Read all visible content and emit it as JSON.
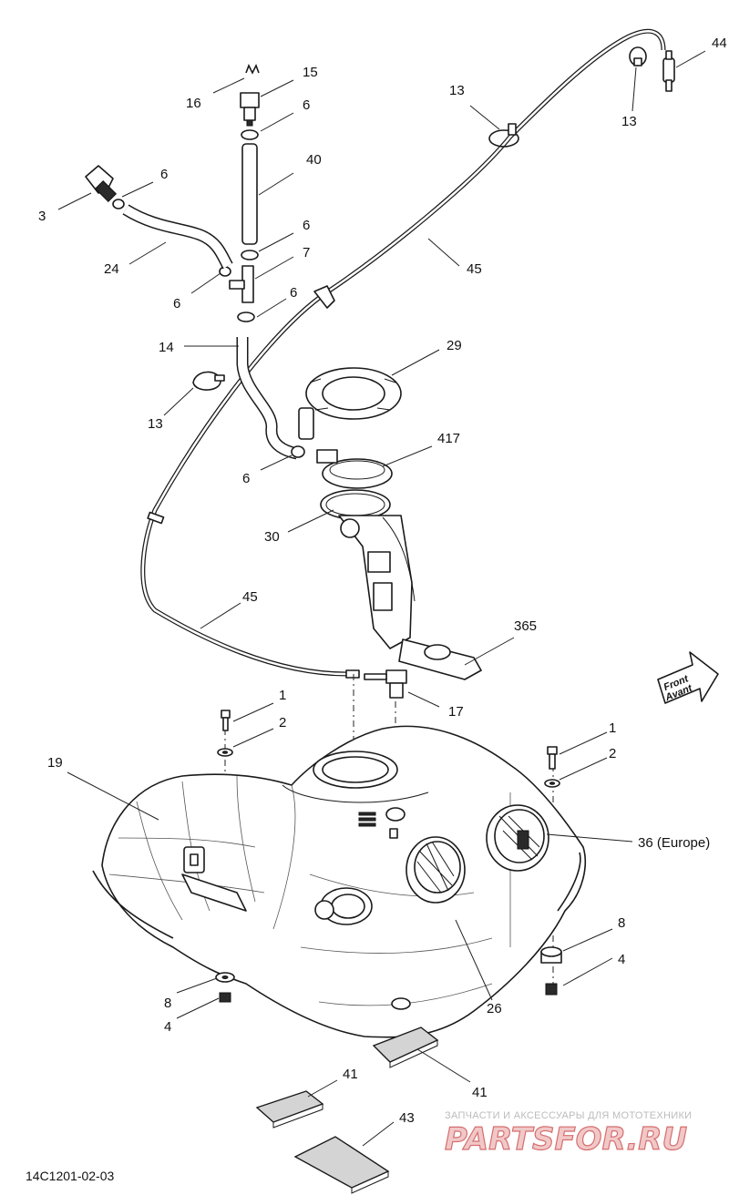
{
  "diagram": {
    "callouts": {
      "c1": "44",
      "c2": "16",
      "c3": "15",
      "c4": "6",
      "c5": "13",
      "c6": "13",
      "c7": "6",
      "c8": "40",
      "c9": "3",
      "c10": "24",
      "c11": "6",
      "c12": "7",
      "c13": "6",
      "c14": "6",
      "c15": "45",
      "c16": "14",
      "c17": "29",
      "c18": "13",
      "c19": "417",
      "c20": "6",
      "c21": "30",
      "c22": "45",
      "c23": "365",
      "c24": "17",
      "c25": "1",
      "c26": "2",
      "c27": "1",
      "c28": "2",
      "c29": "19",
      "c30": "36 (Europe)",
      "c31": "8",
      "c32": "4",
      "c33": "8",
      "c34": "4",
      "c35": "26",
      "c36": "41",
      "c37": "41",
      "c38": "43"
    },
    "front_arrow": {
      "line1": "Front",
      "line2": "Avant"
    },
    "drawing_code": "14C1201-02-03"
  },
  "watermark": {
    "caption": "ЗАПЧАСТИ И АКСЕССУАРЫ ДЛЯ МОТОТЕХНИКИ",
    "brand": "PARTSFOR.RU"
  }
}
